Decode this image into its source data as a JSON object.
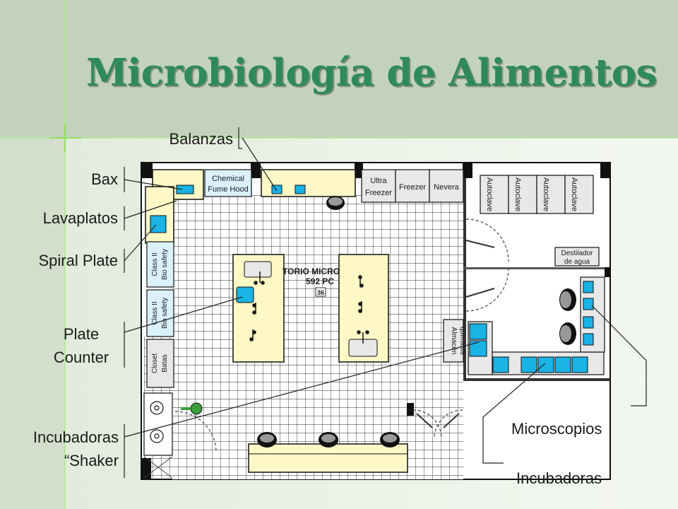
{
  "title": "Microbiología de Alimentos",
  "callouts": {
    "balanzas": "Balanzas",
    "bax": "Bax",
    "lavaplatos": "Lavaplatos",
    "spiral_plate": "Spiral Plate",
    "plate_counter_1": "Plate",
    "plate_counter_2": "Counter",
    "incubadoras_shaker_1": "Incubadoras",
    "incubadoras_shaker_2": "“Shaker",
    "microscopios": "Microscopios",
    "incubadoras": "Incubadoras"
  },
  "plan": {
    "chemical_hood_1": "Chemical",
    "chemical_hood_2": "Fume Hood",
    "ultra_freezer_1": "Ultra",
    "ultra_freezer_2": "Freezer",
    "freezer": "Freezer",
    "nevera": "Nevera",
    "autoclave": "Autoclave",
    "destilador_1": "Destilador",
    "destilador_2": "de agua",
    "bio_safety_1": "Class II",
    "bio_safety_2": "Bio safety",
    "closet_1": "Closet",
    "closet_2": "Batas",
    "almacen_1": "Almacén",
    "almacen_2": "químicos",
    "floor_1": "TORIO MICRO",
    "floor_2": "592 PC",
    "floor_3": "36"
  },
  "colors": {
    "title": "#2e8a5b",
    "cyan_equipment": "#19b3e6",
    "bench": "#fdf8c6",
    "grid": "#2a2a2a"
  }
}
